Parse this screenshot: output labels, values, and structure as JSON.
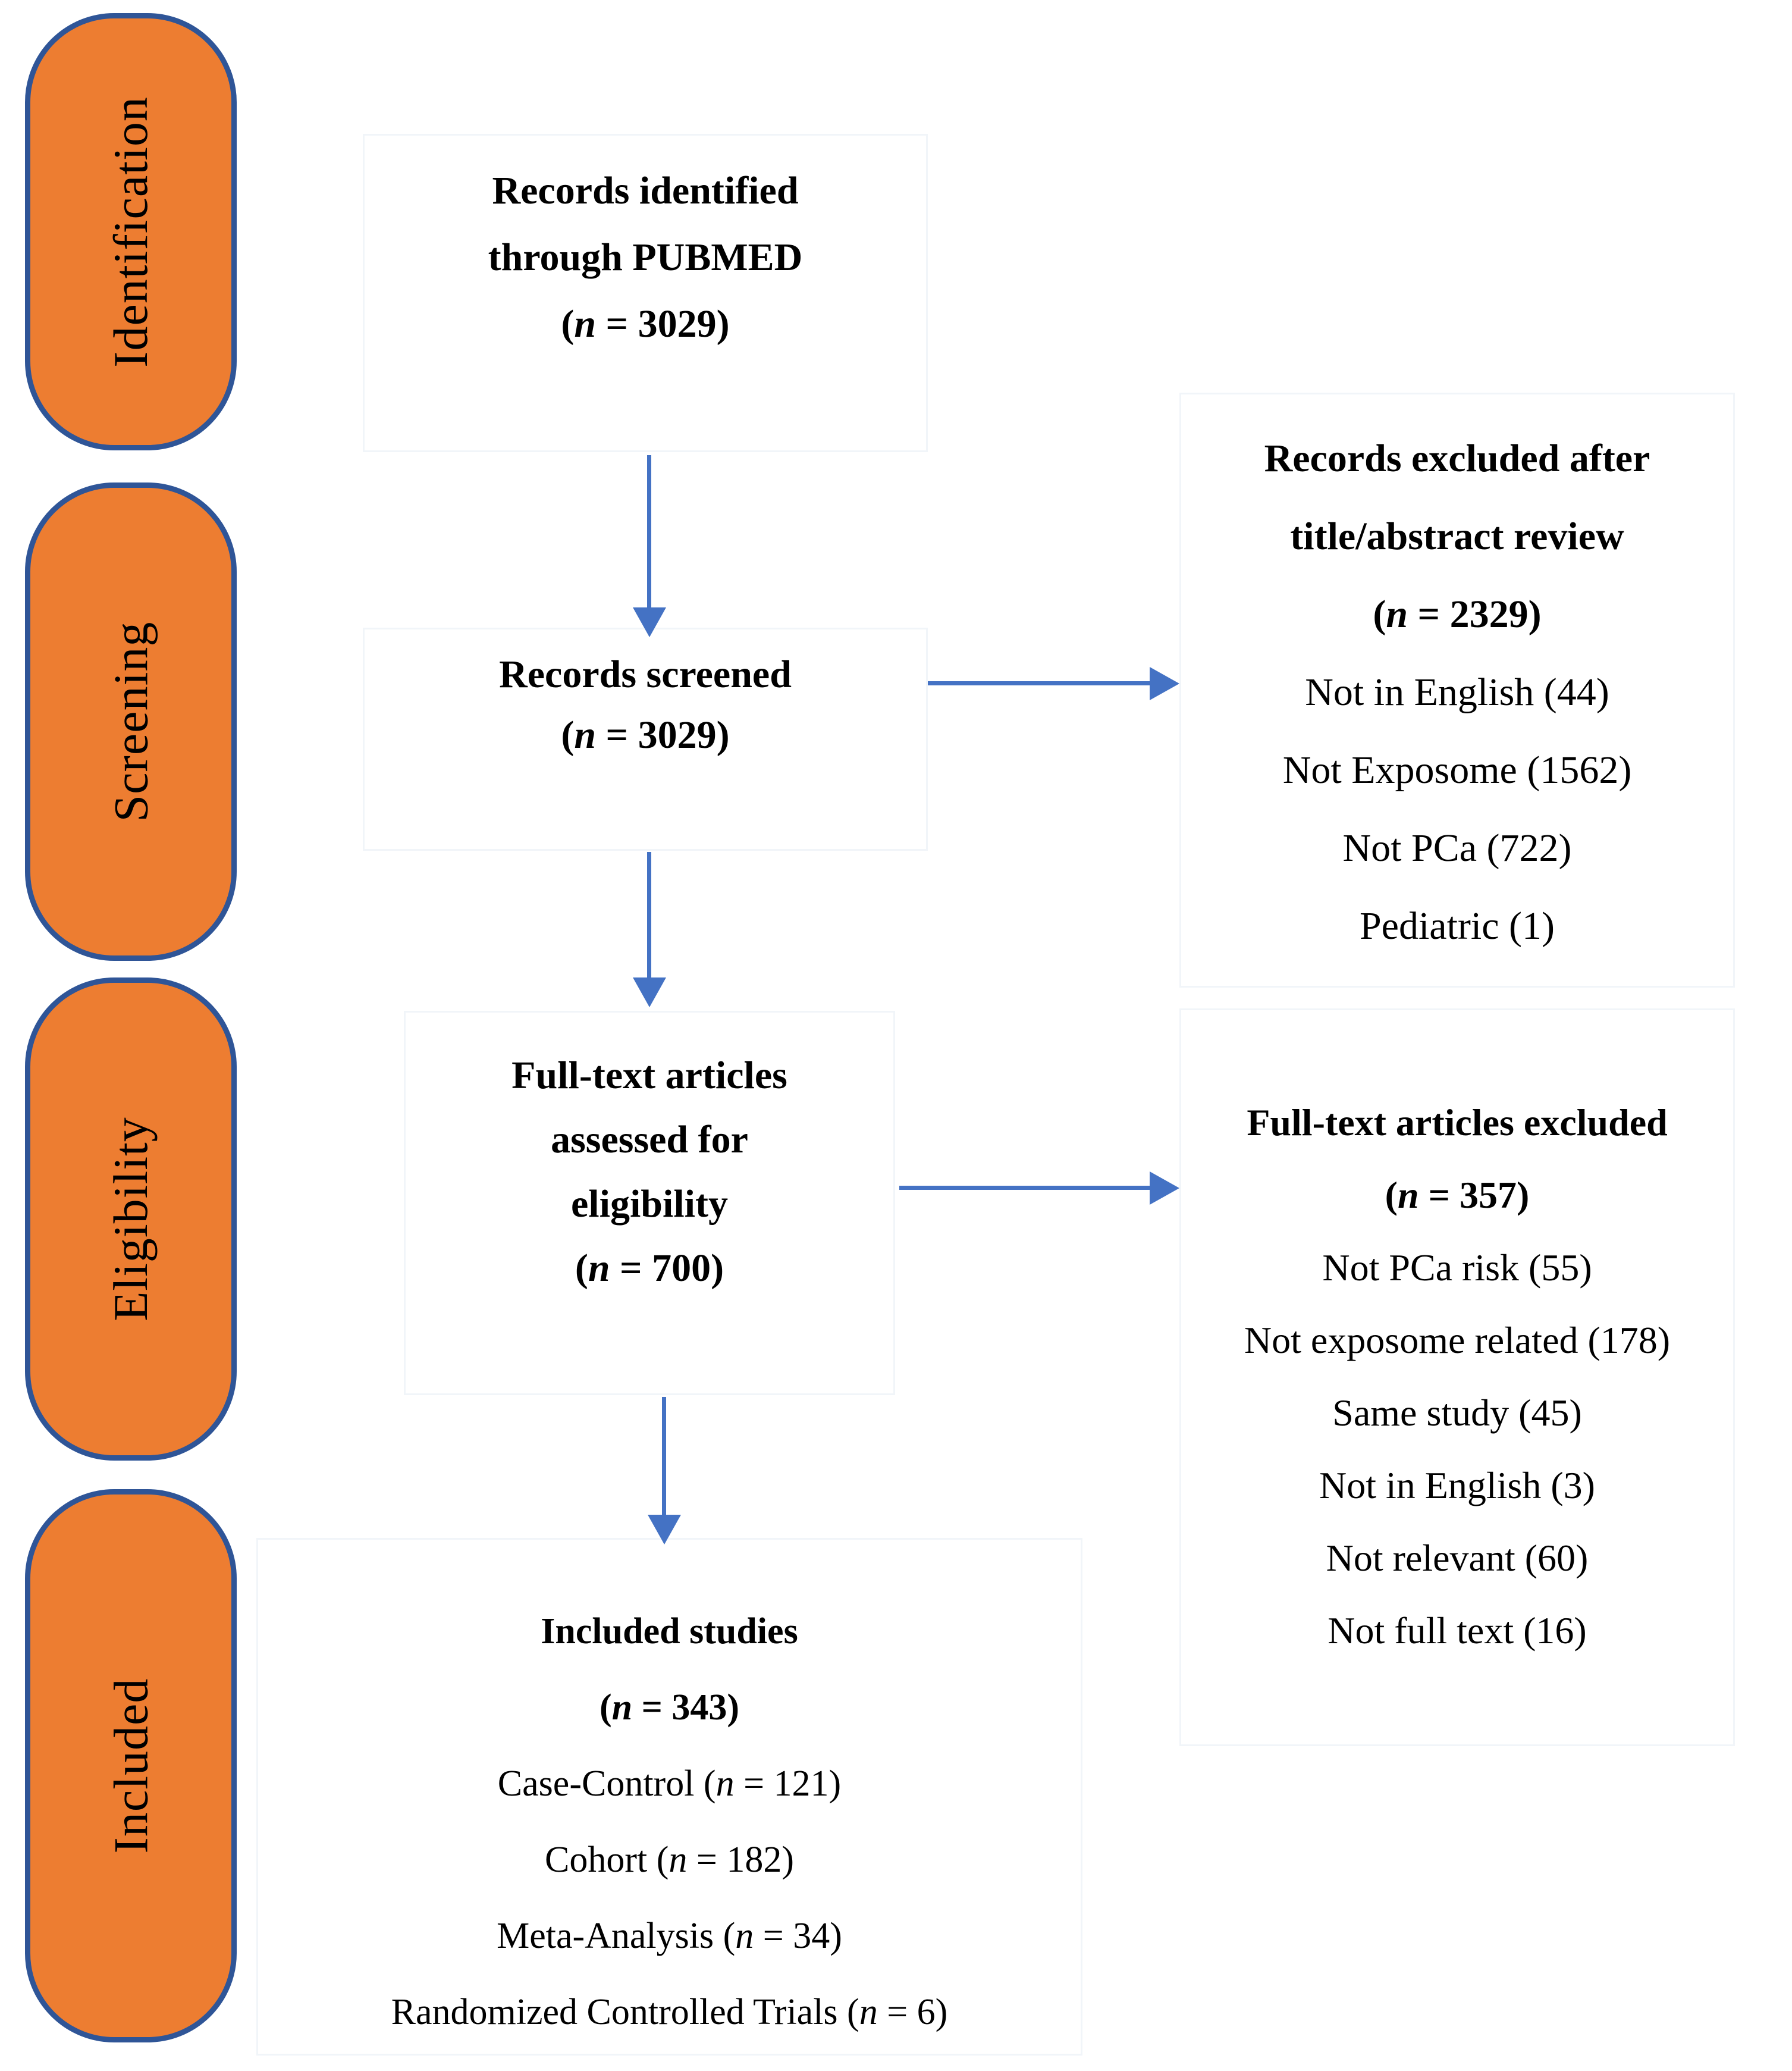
{
  "diagram": {
    "title_semantic": "PRISMA flow diagram of study selection",
    "colors": {
      "stage_fill": "#ED7D31",
      "stage_border": "#2F5597",
      "arrow": "#4472C4",
      "text": "#000000",
      "box_border": "#F1F5F9"
    },
    "stages": [
      {
        "label": "Identification"
      },
      {
        "label": "Screening"
      },
      {
        "label": "Eligibility"
      },
      {
        "label": "Included"
      }
    ],
    "boxes": {
      "identified": {
        "lines": [
          {
            "bold": true,
            "segs": [
              [
                "Records identified",
                0
              ]
            ]
          },
          {
            "bold": true,
            "segs": [
              [
                "through PUBMED",
                0
              ]
            ]
          },
          {
            "bold": true,
            "segs": [
              [
                "(",
                0
              ],
              [
                "n",
                1
              ],
              [
                " = 3029)",
                0
              ]
            ]
          }
        ]
      },
      "screened": {
        "lines": [
          {
            "bold": true,
            "segs": [
              [
                "Records screened",
                0
              ]
            ]
          },
          {
            "bold": true,
            "segs": [
              [
                "(",
                0
              ],
              [
                "n",
                1
              ],
              [
                " = 3029)",
                0
              ]
            ]
          }
        ]
      },
      "excluded_title_abstract": {
        "lines": [
          {
            "bold": true,
            "segs": [
              [
                "Records excluded after",
                0
              ]
            ]
          },
          {
            "bold": true,
            "segs": [
              [
                "title/abstract review",
                0
              ]
            ]
          },
          {
            "bold": true,
            "segs": [
              [
                "(",
                0
              ],
              [
                "n",
                1
              ],
              [
                " = 2329)",
                0
              ]
            ]
          },
          {
            "bold": false,
            "segs": [
              [
                "Not in English (44)",
                0
              ]
            ]
          },
          {
            "bold": false,
            "segs": [
              [
                "Not Exposome (1562)",
                0
              ]
            ]
          },
          {
            "bold": false,
            "segs": [
              [
                "Not PCa (722)",
                0
              ]
            ]
          },
          {
            "bold": false,
            "segs": [
              [
                "Pediatric (1)",
                0
              ]
            ]
          }
        ]
      },
      "fulltext_assessed": {
        "lines": [
          {
            "bold": true,
            "segs": [
              [
                "Full-text articles",
                0
              ]
            ]
          },
          {
            "bold": true,
            "segs": [
              [
                "assessed for",
                0
              ]
            ]
          },
          {
            "bold": true,
            "segs": [
              [
                "eligibility",
                0
              ]
            ]
          },
          {
            "bold": true,
            "segs": [
              [
                "(",
                0
              ],
              [
                "n",
                1
              ],
              [
                " = 700)",
                0
              ]
            ]
          }
        ]
      },
      "fulltext_excluded": {
        "lines": [
          {
            "bold": true,
            "segs": [
              [
                "Full-text articles excluded",
                0
              ]
            ]
          },
          {
            "bold": true,
            "segs": [
              [
                "(",
                0
              ],
              [
                "n",
                1
              ],
              [
                " = 357)",
                0
              ]
            ]
          },
          {
            "bold": false,
            "segs": [
              [
                "Not PCa risk (55)",
                0
              ]
            ]
          },
          {
            "bold": false,
            "segs": [
              [
                "Not exposome related (178)",
                0
              ]
            ]
          },
          {
            "bold": false,
            "segs": [
              [
                "Same study (45)",
                0
              ]
            ]
          },
          {
            "bold": false,
            "segs": [
              [
                "Not in English (3)",
                0
              ]
            ]
          },
          {
            "bold": false,
            "segs": [
              [
                "Not relevant (60)",
                0
              ]
            ]
          },
          {
            "bold": false,
            "segs": [
              [
                "Not full text (16)",
                0
              ]
            ]
          }
        ]
      },
      "included_studies": {
        "lines": [
          {
            "bold": true,
            "segs": [
              [
                "Included studies",
                0
              ]
            ]
          },
          {
            "bold": true,
            "segs": [
              [
                "(",
                0
              ],
              [
                "n",
                1
              ],
              [
                " = 343)",
                0
              ]
            ]
          },
          {
            "bold": false,
            "segs": [
              [
                "Case-Control (",
                0
              ],
              [
                "n",
                1
              ],
              [
                " = 121)",
                0
              ]
            ]
          },
          {
            "bold": false,
            "segs": [
              [
                "Cohort (",
                0
              ],
              [
                "n",
                1
              ],
              [
                " = 182)",
                0
              ]
            ]
          },
          {
            "bold": false,
            "segs": [
              [
                "Meta-Analysis (",
                0
              ],
              [
                "n",
                1
              ],
              [
                " = 34)",
                0
              ]
            ]
          },
          {
            "bold": false,
            "segs": [
              [
                "Randomized Controlled Trials (",
                0
              ],
              [
                "n",
                1
              ],
              [
                " = 6)",
                0
              ]
            ]
          }
        ]
      }
    }
  }
}
